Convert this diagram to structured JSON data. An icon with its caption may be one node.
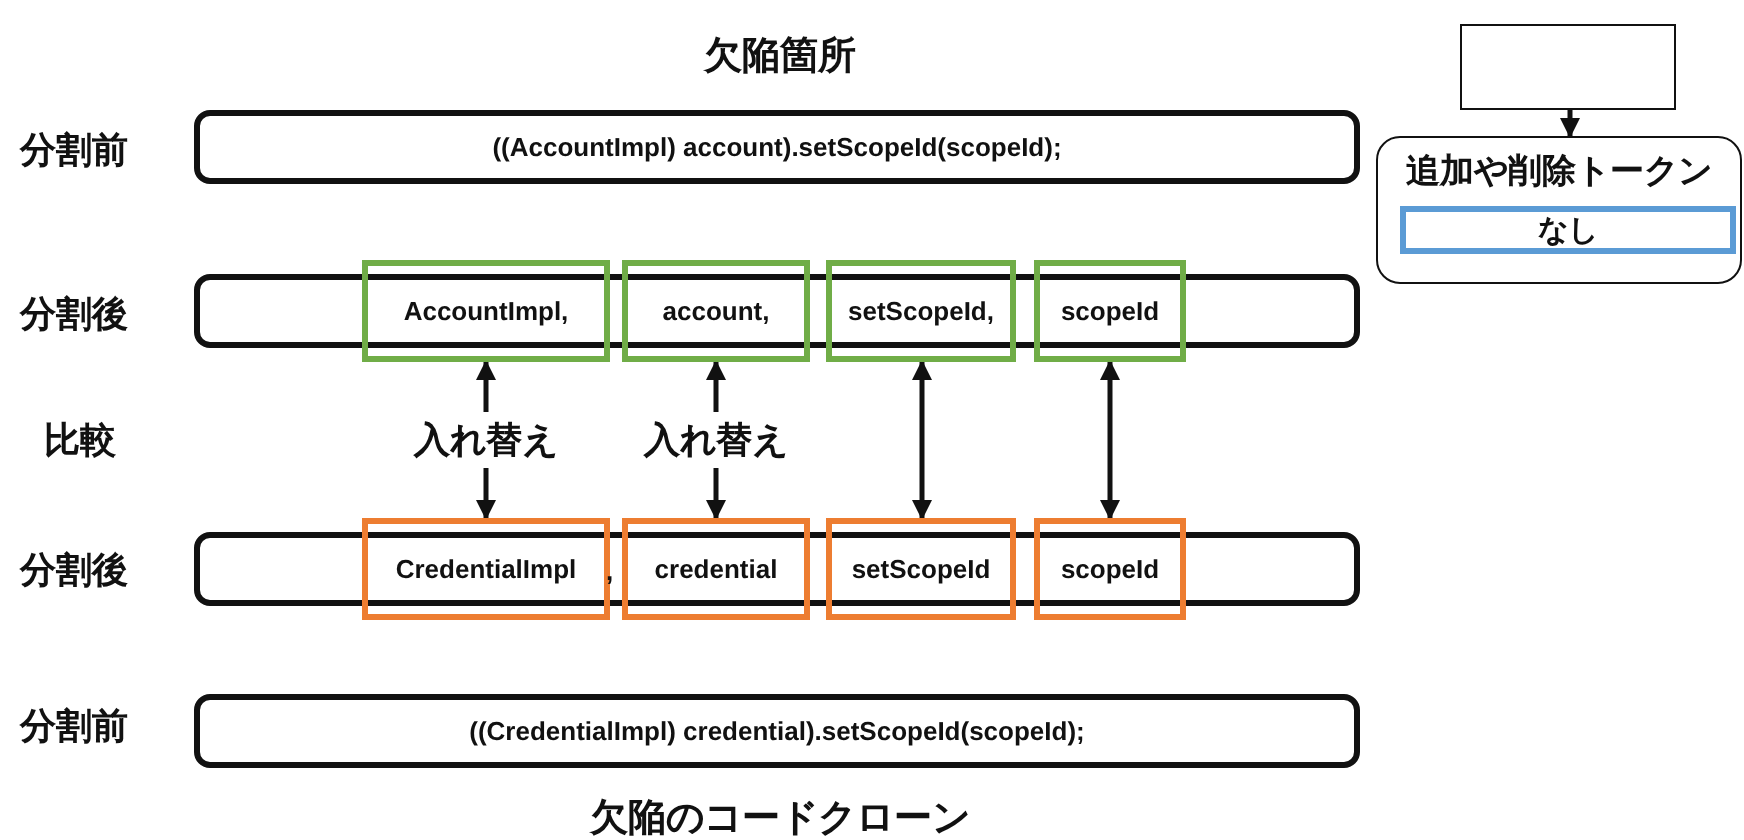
{
  "diagram": {
    "title": "欠陥箇所",
    "caption": "欠陥のコードクローン",
    "nodes": [
      {
        "text": [
          "((AccountImpl) account).setScopeId(scopeId);"
        ]
      },
      {
        "text": [],
        "shape": "box"
      },
      {
        "text": [
          "AccountImpl,"
        ]
      },
      {
        "text": [
          "account,"
        ]
      },
      {
        "text": [
          "setScopeId,"
        ]
      },
      {
        "text": [
          "scopeId"
        ]
      },
      {
        "text": [],
        "shape": "box"
      },
      {
        "text": [
          "CredentialImpl"
        ]
      },
      {
        "text": [
          "credential"
        ]
      },
      {
        "text": [
          "setScopeId"
        ]
      },
      {
        "text": [
          "scopeId"
        ]
      },
      {
        "text": [
          "((CredentialImpl) credential).setScopeId(scopeId);"
        ]
      },
      {
        "text": [],
        "shape": "box"
      },
      {
        "text": [
          "追加や削除トークン"
        ]
      },
      {
        "text": [
          "なし"
        ],
        "in": 13
      }
    ],
    "edges": [
      {
        "from": 2,
        "to": 7,
        "arrow": "both",
        "label": "入れ替え"
      },
      {
        "from": 3,
        "to": 8,
        "arrow": "both",
        "label": "入れ替え"
      },
      {
        "from": 4,
        "to": 9,
        "arrow": "both"
      },
      {
        "from": 5,
        "to": 10,
        "arrow": "both"
      },
      {
        "from": 12,
        "to": 13,
        "arrow": "to"
      }
    ],
    "labels": [
      "分割前",
      "分割後",
      "比較",
      "分割後",
      ",",
      "分割前"
    ]
  }
}
